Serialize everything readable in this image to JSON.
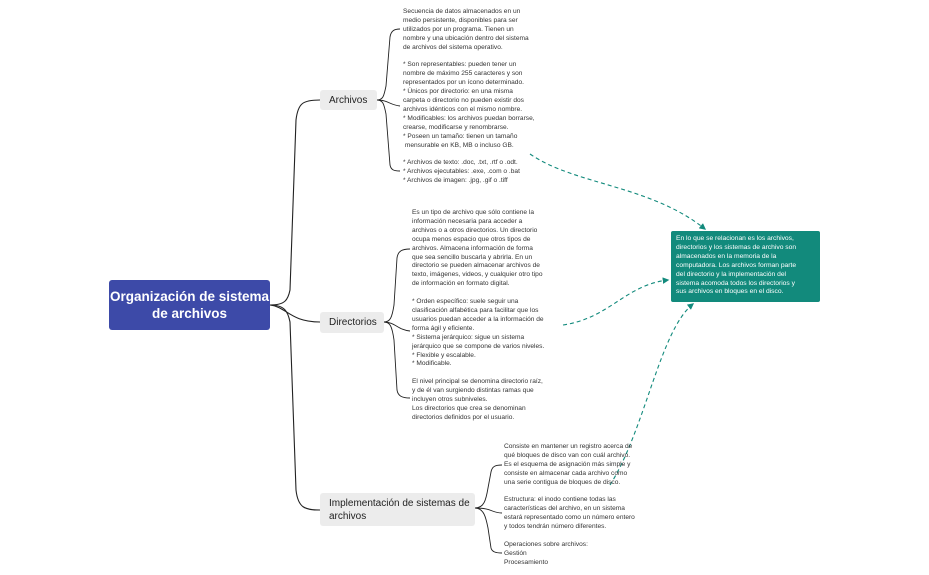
{
  "root": {
    "title": "Organización de sistema de archivos"
  },
  "branches": {
    "archivos": {
      "label": "Archivos",
      "text": "Secuencia de datos almacenados en un\nmedio persistente, disponibles para ser\nutilizados por un programa. Tienen un\nnombre y una ubicación dentro del sistema\nde archivos del sistema operativo.\n\n* Son representables: pueden tener un\nnombre de máximo 255 caracteres y son\nrepresentados por un ícono determinado.\n* Únicos por directorio: en una misma\ncarpeta o directorio no pueden existir dos\narchivos idénticos con el mismo nombre.\n* Modificables: los archivos puedan borrarse,\ncrearse, modificarse y renombrarse.\n* Poseen un tamaño: tienen un tamaño\n mensurable en KB, MB o incluso GB.\n\n* Archivos de texto: .doc, .txt, .rtf o .odt.\n* Archivos ejecutables: .exe, .com o .bat\n* Archivos de imagen: .jpg, .gif o .tiff"
    },
    "directorios": {
      "label": "Directorios",
      "text": "Es un tipo de archivo que sólo contiene la\ninformación necesaria para acceder a\narchivos o a otros directorios. Un directorio\nocupa menos espacio que otros tipos de\narchivos. Almacena información de forma\nque sea sencillo buscarla y abrirla. En un\ndirectorio se pueden almacenar archivos de\ntexto, imágenes, videos, y cualquier otro tipo\nde información en formato digital.\n\n* Orden específico: suele seguir una\nclasificación alfabética para facilitar que los\nusuarios puedan acceder a la información de\nforma ágil y eficiente.\n* Sistema jerárquico: sigue un sistema\njerárquico que se compone de varios niveles.\n* Flexible y escalable.\n* Modificable.\n\nEl nivel principal se denomina directorio raíz,\ny de él van surgiendo distintas ramas que\nincluyen otros subniveles.\nLos directorios que crea se denominan\ndirectorios definidos por el usuario."
    },
    "implementacion": {
      "label": "Implementación de sistemas de\narchivos",
      "text1": "Consiste en mantener un registro acerca de\nqué bloques de disco van con cuál archivo.\nEs el esquema de asignación más simple y\nconsiste en almacenar cada archivo como\nuna serie contigua de bloques de disco.",
      "text2": "Estructura: el inodo contiene todas las\ncaracterísticas del archivo, en un sistema\nestará representado como un número entero\ny todos tendrán número diferentes.",
      "text3": "Operaciones sobre archivos:\nGestión\nProcesamiento"
    }
  },
  "callout": {
    "text": "En lo que se relacionan es los archivos,\ndirectorios y los sistemas de archivo son\nalmacenados en la memoria de la\ncomputadora. Los archivos forman parte\ndel directorio y la implementación del\nsistema acomoda todos los directorios y\nsus archivos en bloques en el disco."
  },
  "colors": {
    "root": "#3d4aa8",
    "callout": "#128a7c",
    "line": "#222222",
    "dashed": "#128a7c"
  }
}
